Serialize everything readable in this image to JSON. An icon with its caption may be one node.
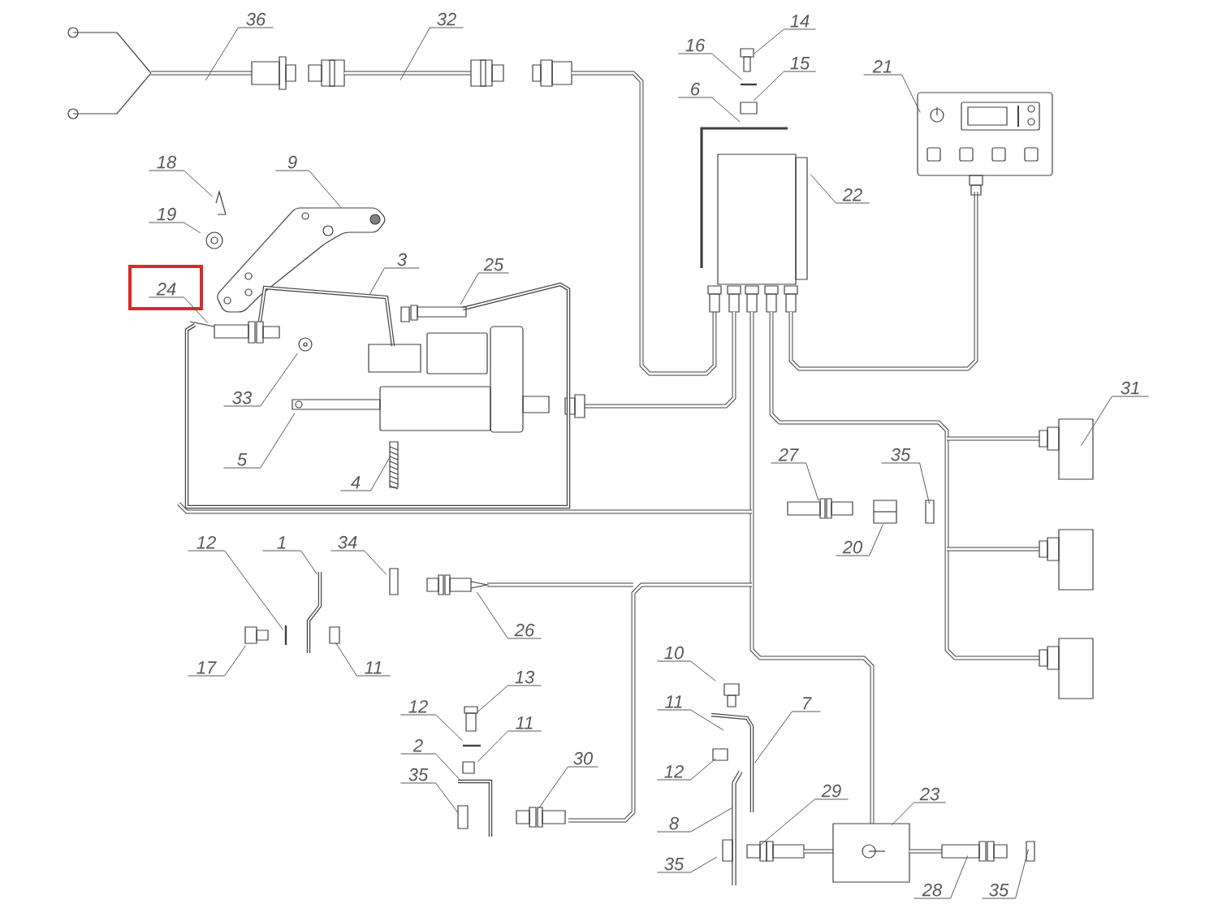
{
  "diagram": {
    "nodes": [
      {
        "text": [
          "36"
        ]
      },
      {
        "text": [
          "32"
        ]
      },
      {
        "text": [
          "14"
        ]
      },
      {
        "text": [
          "16"
        ]
      },
      {
        "text": [
          "15"
        ]
      },
      {
        "text": [
          "21"
        ]
      },
      {
        "text": [
          "6"
        ]
      },
      {
        "text": [
          "18"
        ]
      },
      {
        "text": [
          "9"
        ]
      },
      {
        "text": [
          "22"
        ]
      },
      {
        "text": [
          "19"
        ]
      },
      {
        "text": [
          "3"
        ]
      },
      {
        "text": [
          "25"
        ]
      },
      {
        "text": [
          "24"
        ]
      },
      {
        "text": [
          "31"
        ]
      },
      {
        "text": [
          "33"
        ]
      },
      {
        "text": [
          "5"
        ]
      },
      {
        "text": [
          "27"
        ]
      },
      {
        "text": [
          "35"
        ]
      },
      {
        "text": [
          "4"
        ]
      },
      {
        "text": [
          "12"
        ]
      },
      {
        "text": [
          "1"
        ]
      },
      {
        "text": [
          "34"
        ]
      },
      {
        "text": [
          "20"
        ]
      },
      {
        "text": [
          "26"
        ]
      },
      {
        "text": [
          "10"
        ]
      },
      {
        "text": [
          "17"
        ]
      },
      {
        "text": [
          "11"
        ]
      },
      {
        "text": [
          "13"
        ]
      },
      {
        "text": [
          "11"
        ]
      },
      {
        "text": [
          "12"
        ]
      },
      {
        "text": [
          "7"
        ]
      },
      {
        "text": [
          "11"
        ]
      },
      {
        "text": [
          "2"
        ]
      },
      {
        "text": [
          "30"
        ]
      },
      {
        "text": [
          "12"
        ]
      },
      {
        "text": [
          "35"
        ]
      },
      {
        "text": [
          "29"
        ]
      },
      {
        "text": [
          "23"
        ]
      },
      {
        "text": [
          "8"
        ]
      },
      {
        "text": [
          "35"
        ]
      },
      {
        "text": [
          "28"
        ]
      },
      {
        "text": [
          "35"
        ]
      }
    ],
    "edges": [
      {
        "from": 0,
        "to": null,
        "arrow": "none"
      },
      {
        "from": 1,
        "to": null,
        "arrow": "none"
      },
      {
        "from": 2,
        "to": null,
        "arrow": "none"
      },
      {
        "from": 3,
        "to": null,
        "arrow": "none"
      },
      {
        "from": 4,
        "to": null,
        "arrow": "none"
      },
      {
        "from": 5,
        "to": null,
        "arrow": "none"
      },
      {
        "from": 6,
        "to": null,
        "arrow": "none"
      },
      {
        "from": 7,
        "to": null,
        "arrow": "none"
      },
      {
        "from": 8,
        "to": null,
        "arrow": "none"
      },
      {
        "from": 9,
        "to": null,
        "arrow": "none"
      },
      {
        "from": 10,
        "to": null,
        "arrow": "none"
      },
      {
        "from": 11,
        "to": null,
        "arrow": "none"
      },
      {
        "from": 12,
        "to": null,
        "arrow": "none"
      },
      {
        "from": 13,
        "to": null,
        "arrow": "none"
      },
      {
        "from": 14,
        "to": null,
        "arrow": "none"
      },
      {
        "from": 15,
        "to": null,
        "arrow": "none"
      },
      {
        "from": 16,
        "to": null,
        "arrow": "none"
      },
      {
        "from": 17,
        "to": null,
        "arrow": "none"
      },
      {
        "from": 18,
        "to": null,
        "arrow": "none"
      },
      {
        "from": 19,
        "to": null,
        "arrow": "none"
      },
      {
        "from": 20,
        "to": null,
        "arrow": "none"
      },
      {
        "from": 21,
        "to": null,
        "arrow": "none"
      },
      {
        "from": 22,
        "to": null,
        "arrow": "none"
      },
      {
        "from": 23,
        "to": null,
        "arrow": "none"
      },
      {
        "from": 24,
        "to": null,
        "arrow": "none"
      },
      {
        "from": 25,
        "to": null,
        "arrow": "none"
      },
      {
        "from": 26,
        "to": null,
        "arrow": "none"
      },
      {
        "from": 27,
        "to": null,
        "arrow": "none"
      },
      {
        "from": 28,
        "to": null,
        "arrow": "none"
      },
      {
        "from": 29,
        "to": null,
        "arrow": "none"
      },
      {
        "from": 30,
        "to": null,
        "arrow": "none"
      },
      {
        "from": 31,
        "to": null,
        "arrow": "none"
      },
      {
        "from": 32,
        "to": null,
        "arrow": "none"
      },
      {
        "from": 33,
        "to": null,
        "arrow": "none"
      },
      {
        "from": 34,
        "to": null,
        "arrow": "none"
      },
      {
        "from": 35,
        "to": null,
        "arrow": "none"
      },
      {
        "from": 36,
        "to": null,
        "arrow": "none"
      },
      {
        "from": 37,
        "to": null,
        "arrow": "none"
      },
      {
        "from": 38,
        "to": null,
        "arrow": "none"
      },
      {
        "from": 39,
        "to": null,
        "arrow": "none"
      },
      {
        "from": 40,
        "to": null,
        "arrow": "none"
      },
      {
        "from": 41,
        "to": null,
        "arrow": "none"
      },
      {
        "from": 42,
        "to": null,
        "arrow": "none"
      }
    ]
  }
}
